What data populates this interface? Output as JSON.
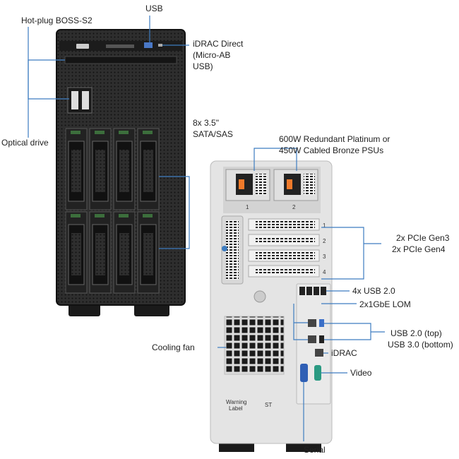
{
  "labels": {
    "usb": "USB",
    "boss": "Hot-plug BOSS-S2",
    "idrac_direct": [
      "iDRAC Direct",
      "(Micro-AB",
      "USB)"
    ],
    "optical": "Optical drive",
    "drives": [
      "8x 3.5\"",
      "SATA/SAS"
    ],
    "psu": [
      "600W Redundant Platinum or",
      "450W Cabled Bronze PSUs"
    ],
    "pcie": [
      "2x PCIe Gen3",
      "2x PCIe Gen4"
    ],
    "usb_rear": "4x USB 2.0",
    "lom": "2x1GbE LOM",
    "usb_top_bottom": [
      "USB 2.0 (top)",
      "USB 3.0 (bottom)"
    ],
    "idrac": "iDRAC",
    "video": "Video",
    "fan": "Cooling fan",
    "serial": "Serial"
  },
  "rear_markings": {
    "psu_numbers": [
      "1",
      "2"
    ],
    "slot_numbers": [
      "1",
      "2",
      "3",
      "4"
    ],
    "warning": [
      "Warning",
      "Label"
    ],
    "st": "ST"
  },
  "colors": {
    "leader": "#3d7cc0",
    "front": "#2b2b2b",
    "rear": "#e4e4e4",
    "psu_handle": "#f07a2a"
  }
}
